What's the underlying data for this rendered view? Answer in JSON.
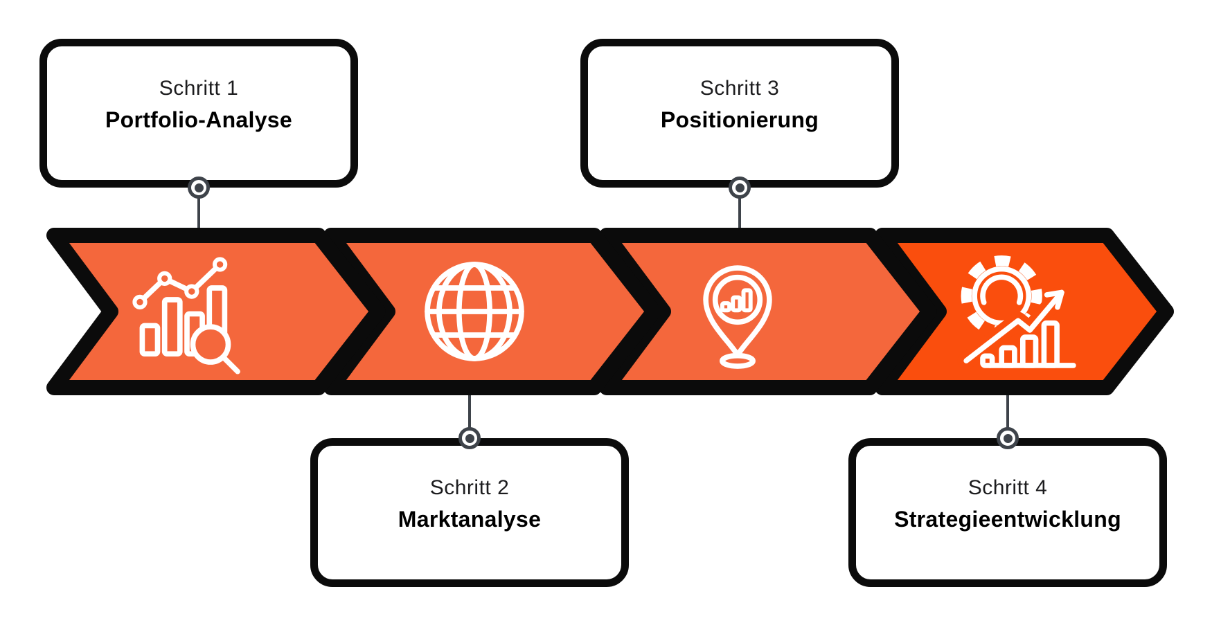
{
  "diagram_title": "",
  "colors": {
    "background": "#FFFFFF",
    "chevron": "#F4673C",
    "chevron_last": "#FA4E0D",
    "outline": "#0B0B0B",
    "icon": "#FFFFFF",
    "connector": "#3E434A",
    "box_bg": "#FFFFFF",
    "text": "#1C1C1E"
  },
  "steps": [
    {
      "label": "Schritt 1",
      "title": "Portfolio-Analyse",
      "icon": "bar-chart-magnifier-icon",
      "box_position": "top"
    },
    {
      "label": "Schritt 2",
      "title": "Marktanalyse",
      "icon": "globe-icon",
      "box_position": "bottom"
    },
    {
      "label": "Schritt 3",
      "title": "Positionierung",
      "icon": "map-pin-bar-chart-icon",
      "box_position": "top"
    },
    {
      "label": "Schritt 4",
      "title": "Strategieentwicklung",
      "icon": "gear-growth-arrow-icon",
      "box_position": "bottom"
    }
  ]
}
